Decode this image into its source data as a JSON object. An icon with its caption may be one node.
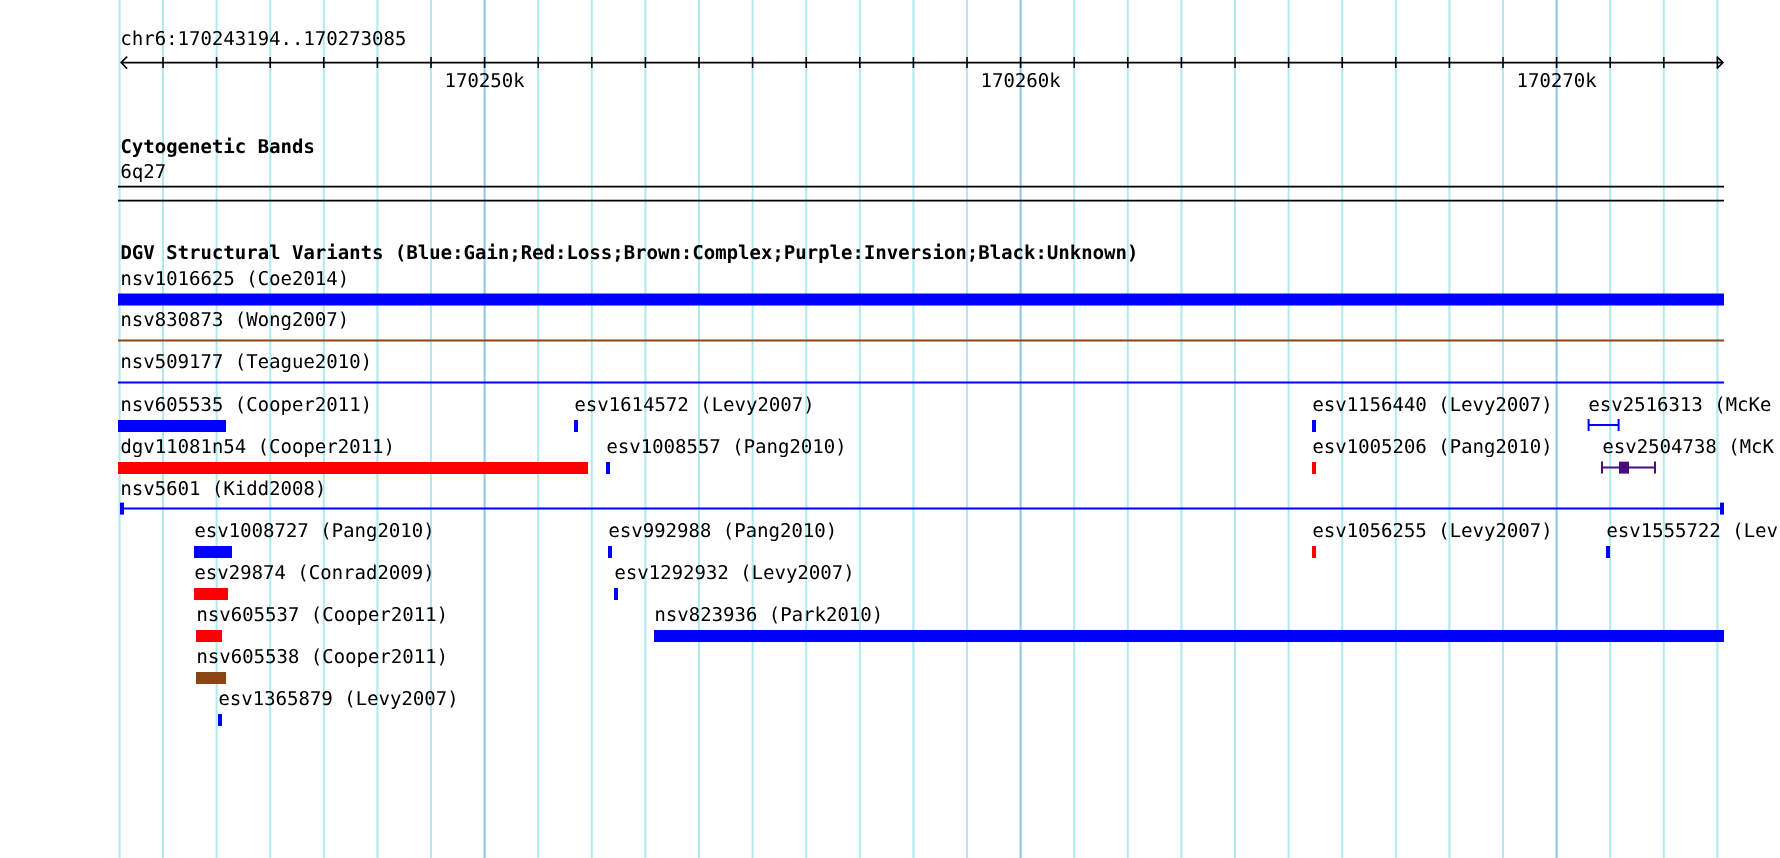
{
  "diagram": {
    "nodes": [
      {
        "text": [
          "nsv1016625 (Coe2014)"
        ]
      },
      {
        "text": [
          "nsv830873 (Wong2007)"
        ]
      },
      {
        "text": [
          "nsv509177 (Teague2010)"
        ]
      },
      {
        "text": [
          "nsv605535 (Cooper2011)"
        ]
      },
      {
        "text": [
          "esv1614572 (Levy2007)"
        ]
      },
      {
        "text": [
          "esv1156440 (Levy2007)"
        ]
      },
      {
        "text": [
          "esv2516313 (McKe"
        ]
      },
      {
        "text": [
          "dgv11081n54 (Cooper2011)"
        ]
      },
      {
        "text": [
          "esv1008557 (Pang2010)"
        ]
      },
      {
        "text": [
          "esv1005206 (Pang2010)"
        ]
      },
      {
        "text": [
          "esv2504738 (McK"
        ]
      },
      {
        "text": [
          "nsv5601 (Kidd2008)"
        ]
      },
      {
        "text": [
          "esv1008727 (Pang2010)"
        ]
      },
      {
        "text": [
          "esv992988 (Pang2010)"
        ]
      },
      {
        "text": [
          "esv1056255 (Levy2007)"
        ]
      },
      {
        "text": [
          "esv1555722 (Lev"
        ]
      },
      {
        "text": [
          "esv29874 (Conrad2009)"
        ]
      },
      {
        "text": [
          "esv1292932 (Levy2007)"
        ]
      },
      {
        "text": [
          "nsv605537 (Cooper2011)"
        ]
      },
      {
        "text": [
          "nsv823936 (Park2010)"
        ]
      },
      {
        "text": [
          "nsv605538 (Cooper2011)"
        ]
      },
      {
        "text": [
          "esv1365879 (Levy2007)"
        ]
      }
    ],
    "labels": [
      "chr6:170243194..170273085",
      "170250k",
      "170260k",
      "170270k",
      "Cytogenetic Bands",
      "6q27",
      "DGV Structural Variants (Blue:Gain;Red:Loss;Brown:Complex;Purple:Inversion;Black:Unknown)"
    ]
  }
}
